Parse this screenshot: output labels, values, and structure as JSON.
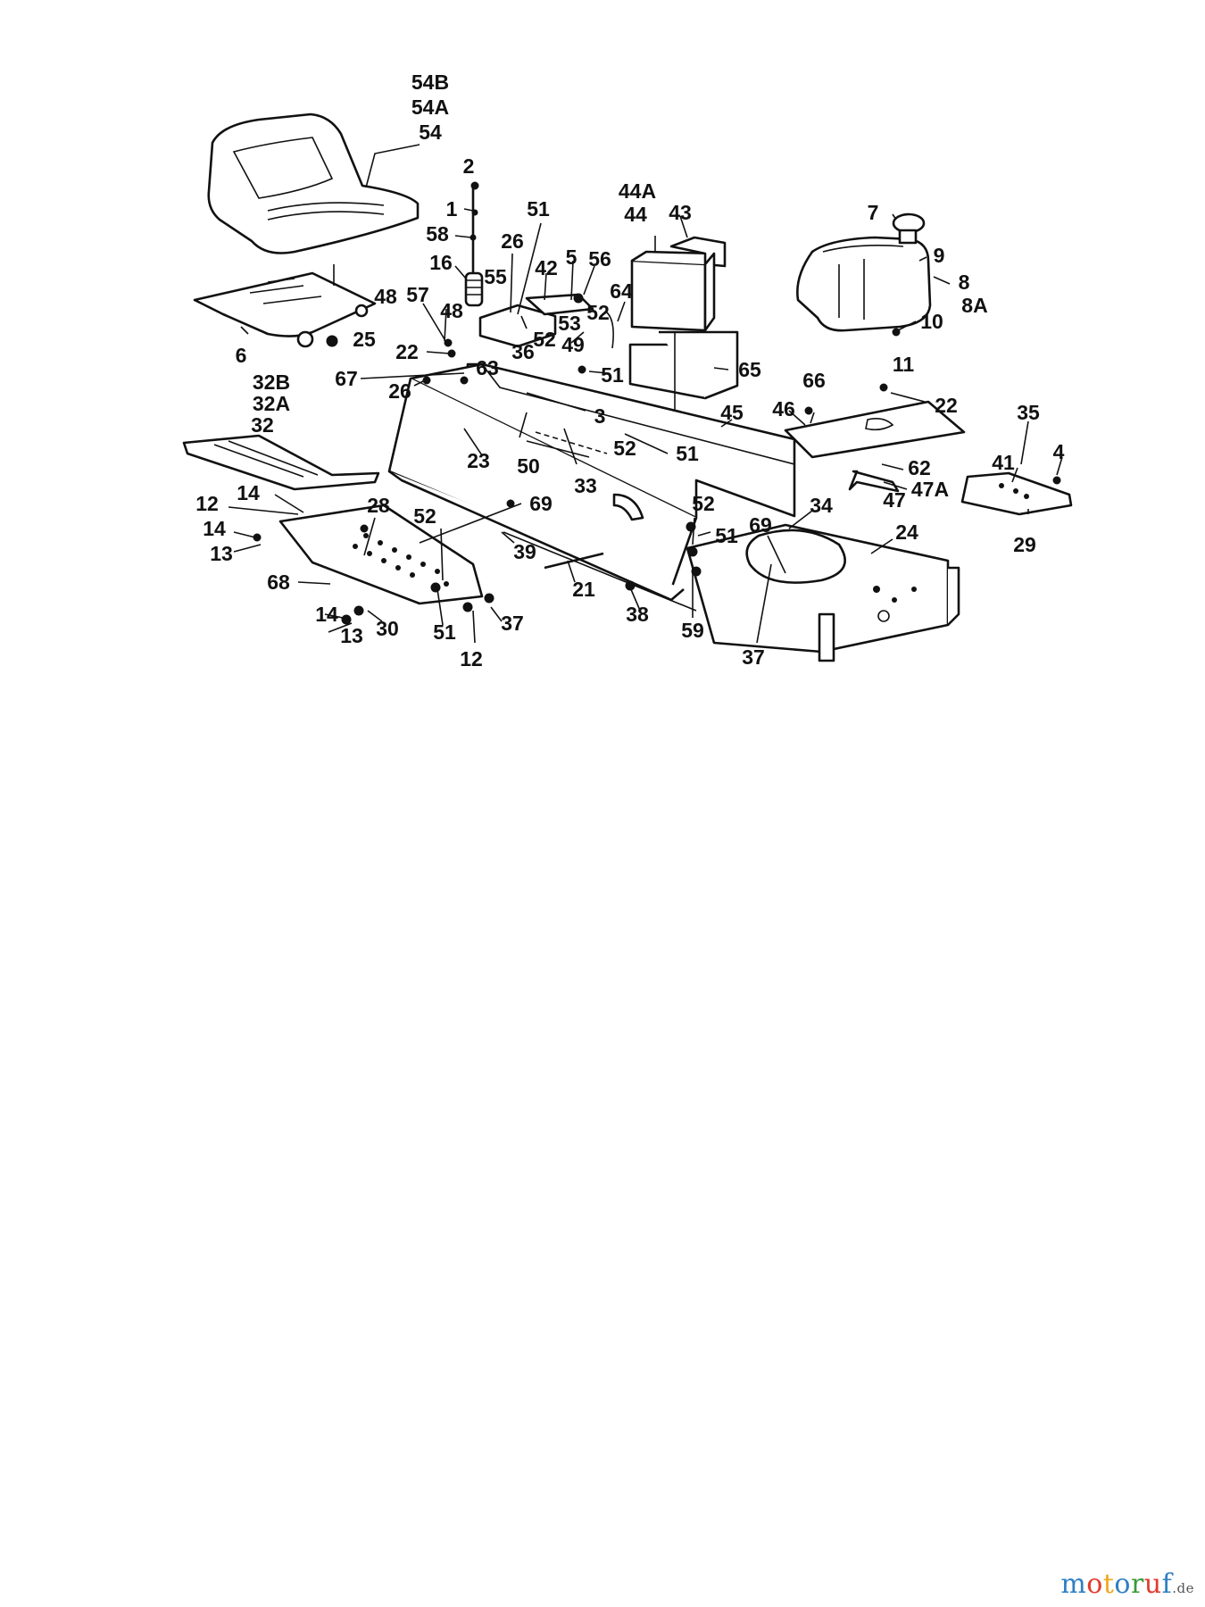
{
  "labels": {
    "54B": "54B",
    "54A": "54A",
    "54": "54",
    "2": "2",
    "1": "1",
    "58": "58",
    "16": "16",
    "55": "55",
    "26a": "26",
    "51a": "51",
    "42": "42",
    "5": "5",
    "56": "56",
    "44A": "44A",
    "44": "44",
    "43": "43",
    "64": "64",
    "7": "7",
    "9": "9",
    "8": "8",
    "8A": "8A",
    "10": "10",
    "11": "11",
    "48a": "48",
    "57": "57",
    "48b": "48",
    "25": "25",
    "6": "6",
    "53": "53",
    "52a": "52",
    "22a": "22",
    "52b": "52",
    "49": "49",
    "36": "36",
    "63": "63",
    "51b": "51",
    "65": "65",
    "67": "67",
    "26b": "26",
    "32B": "32B",
    "32A": "32A",
    "32": "32",
    "66": "66",
    "46": "46",
    "22b": "22",
    "3": "3",
    "45": "45",
    "35": "35",
    "4": "4",
    "41": "41",
    "23": "23",
    "50": "50",
    "52c": "52",
    "51c": "51",
    "62": "62",
    "33": "33",
    "47A": "47A",
    "47": "47",
    "14a": "14",
    "12a": "12",
    "28": "28",
    "52d": "52",
    "69a": "69",
    "52e": "52",
    "34": "34",
    "24": "24",
    "14b": "14",
    "13a": "13",
    "39": "39",
    "69b": "69",
    "51d": "51",
    "29": "29",
    "68": "68",
    "21": "21",
    "14c": "14",
    "13b": "13",
    "30": "30",
    "51e": "51",
    "37a": "37",
    "38": "38",
    "59": "59",
    "37b": "37",
    "12b": "12"
  },
  "watermark": {
    "letters": [
      {
        "ch": "m",
        "color": "#2e7fc2"
      },
      {
        "ch": "o",
        "color": "#e23a2e"
      },
      {
        "ch": "t",
        "color": "#f0a81c"
      },
      {
        "ch": "o",
        "color": "#2e7fc2"
      },
      {
        "ch": "r",
        "color": "#3a9a3a"
      },
      {
        "ch": "u",
        "color": "#e23a2e"
      },
      {
        "ch": "f",
        "color": "#2e7fc2"
      }
    ],
    "tld": ".de"
  }
}
